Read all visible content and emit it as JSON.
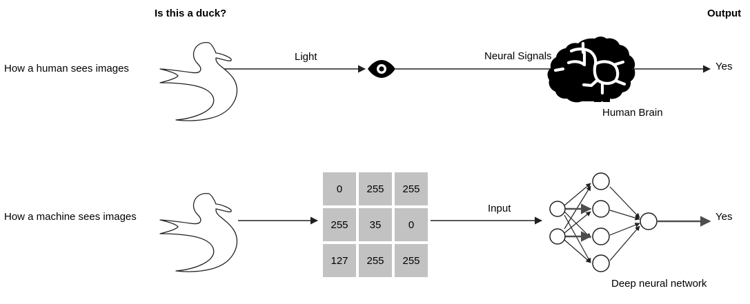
{
  "headers": {
    "question": "Is this a duck?",
    "output": "Output"
  },
  "rows": [
    {
      "id": "human",
      "label": "How a human sees images",
      "subject_icon": "duck-outline-icon",
      "edges": [
        {
          "label": "Light"
        },
        {
          "label": "Neural Signals"
        },
        {
          "label": ""
        }
      ],
      "nodes": [
        {
          "icon": "eye-icon",
          "caption": ""
        },
        {
          "icon": "brain-icon",
          "caption": "Human Brain"
        }
      ],
      "answer": "Yes"
    },
    {
      "id": "machine",
      "label": "How a machine sees images",
      "subject_icon": "duck-outline-icon",
      "edges": [
        {
          "label": ""
        },
        {
          "label": "Input"
        },
        {
          "label": ""
        }
      ],
      "nodes": [
        {
          "icon": "pixel-grid-icon",
          "caption": ""
        },
        {
          "icon": "neural-network-icon",
          "caption": "Deep neural network"
        }
      ],
      "answer": "Yes"
    }
  ],
  "pixel_grid": {
    "name": "pixel-value-matrix",
    "rows": [
      [
        "0",
        "255",
        "255"
      ],
      [
        "255",
        "35",
        "0"
      ],
      [
        "127",
        "255",
        "255"
      ]
    ],
    "cell_color": "#c2c2c2"
  },
  "neural_network": {
    "caption": "Deep neural network",
    "layers": [
      {
        "name": "input-layer",
        "node_count": 2
      },
      {
        "name": "hidden-layer",
        "node_count": 4
      },
      {
        "name": "output-layer",
        "node_count": 1
      }
    ]
  },
  "colors": {
    "ink": "#231f20",
    "grid_cell": "#c2c2c2",
    "background": "#ffffff",
    "icon_solid": "#000000"
  }
}
